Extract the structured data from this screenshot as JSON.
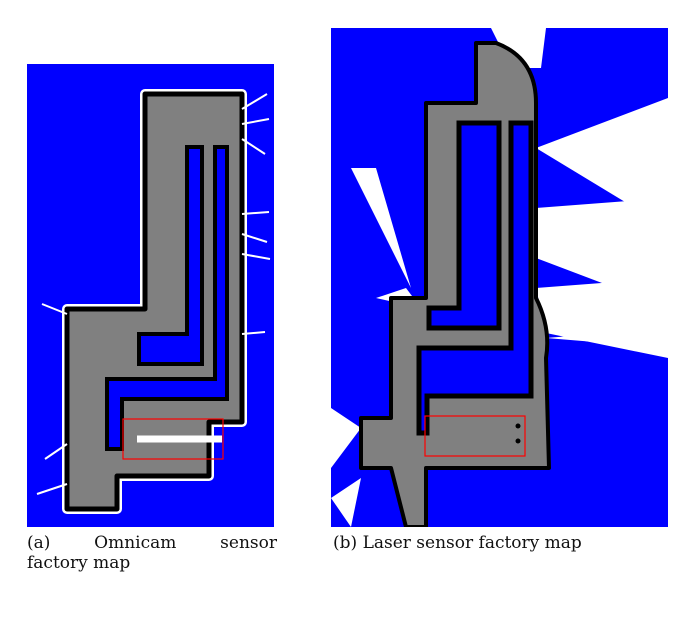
{
  "figure": {
    "colors": {
      "unknown": "#0000ff",
      "free": "#808080",
      "obstacle": "#000000",
      "ray": "#ffffff",
      "highlight": "#ff0000"
    },
    "panels": [
      {
        "label": "(a)",
        "caption_words": [
          "Omnicam",
          "sensor"
        ],
        "caption_line2": "factory map"
      },
      {
        "label": "(b)",
        "caption": "Laser sensor factory map"
      }
    ]
  }
}
